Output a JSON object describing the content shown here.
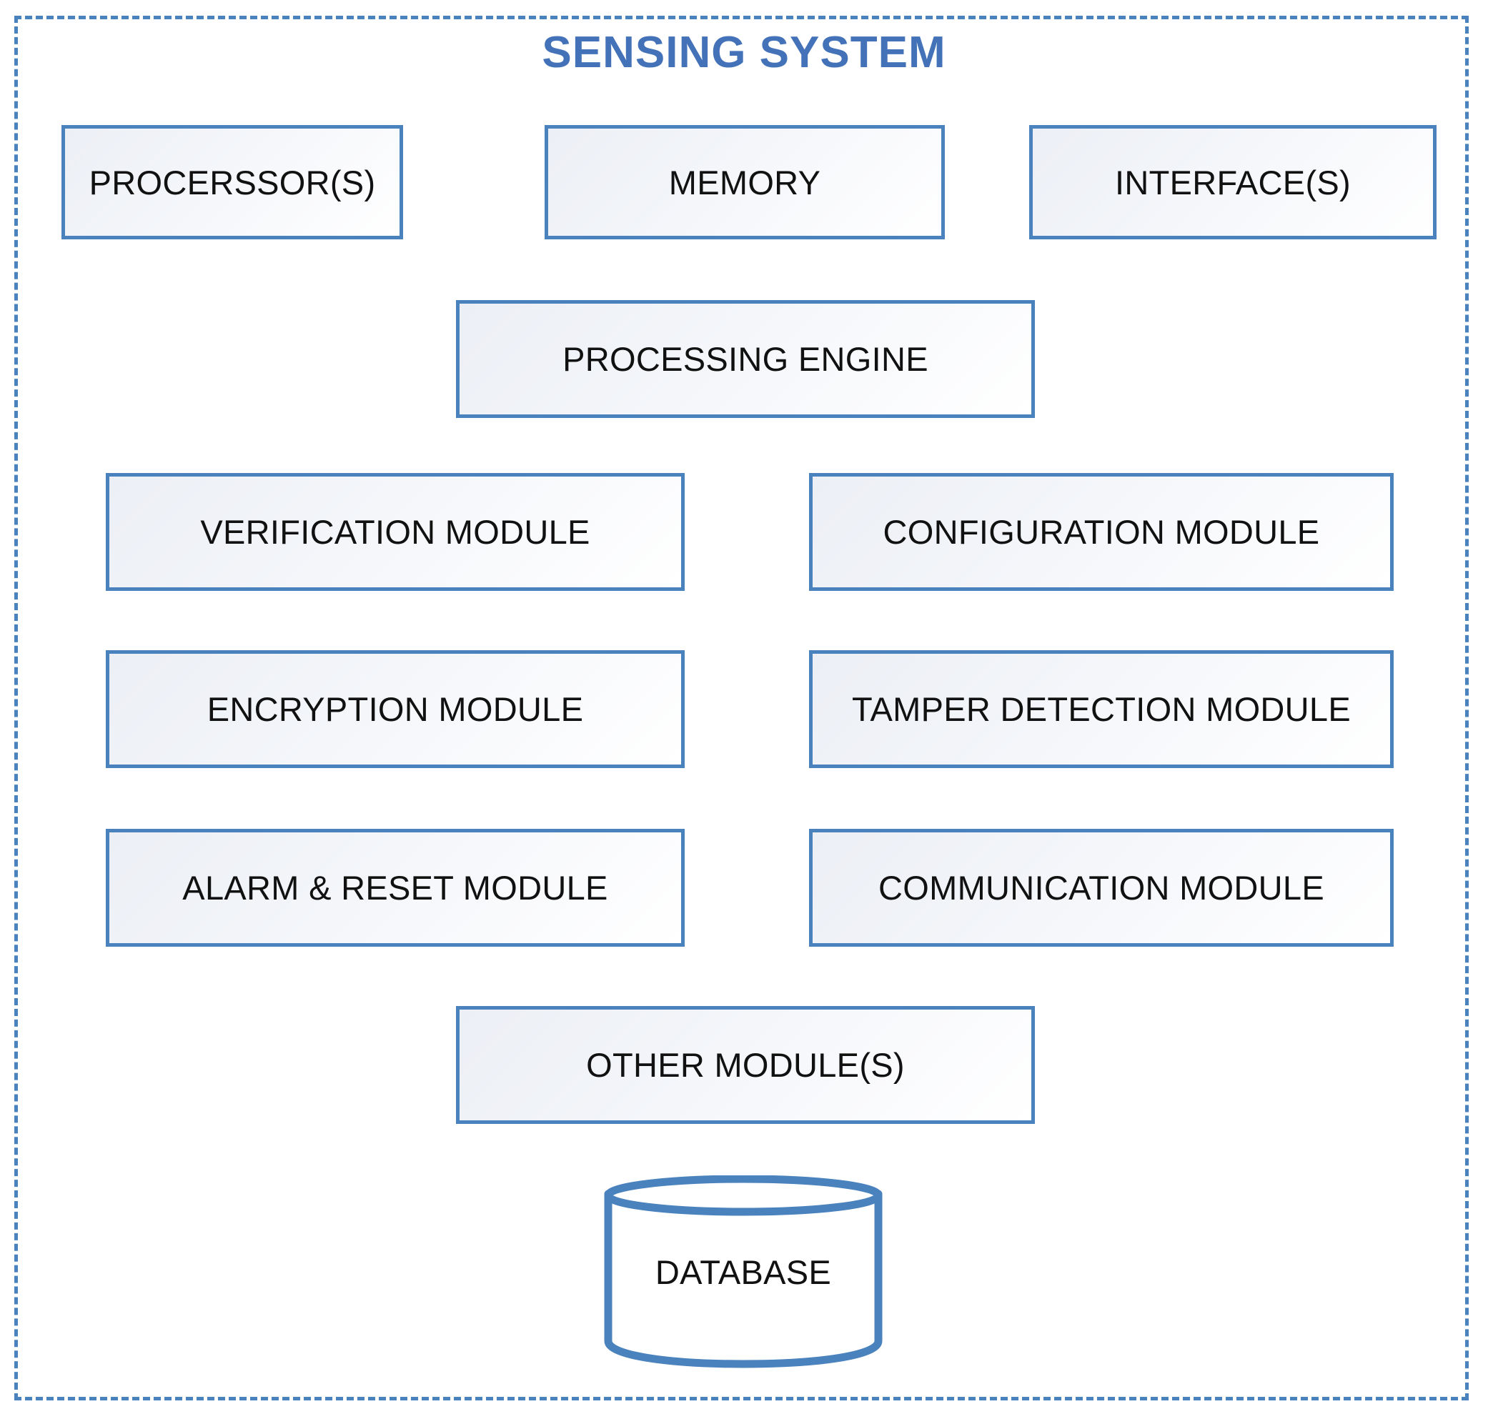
{
  "diagram": {
    "title": "SENSING SYSTEM",
    "accent_color": "#4a82bd",
    "title_color": "#4372b8",
    "box_text_color": "#111111",
    "container_border_style": "dashed",
    "hardware_row": [
      {
        "label": "PROCERSSOR(S)"
      },
      {
        "label": "MEMORY"
      },
      {
        "label": "INTERFACE(S)"
      }
    ],
    "engine": {
      "label": "PROCESSING ENGINE"
    },
    "modules": [
      {
        "label": "VERIFICATION MODULE",
        "column": "left"
      },
      {
        "label": "CONFIGURATION MODULE",
        "column": "right"
      },
      {
        "label": "ENCRYPTION MODULE",
        "column": "left"
      },
      {
        "label": "TAMPER DETECTION MODULE",
        "column": "right"
      },
      {
        "label": "ALARM & RESET MODULE",
        "column": "left"
      },
      {
        "label": "COMMUNICATION MODULE",
        "column": "right"
      }
    ],
    "other_modules": {
      "label": "OTHER MODULE(S)"
    },
    "database": {
      "label": "DATABASE",
      "shape": "cylinder"
    }
  }
}
